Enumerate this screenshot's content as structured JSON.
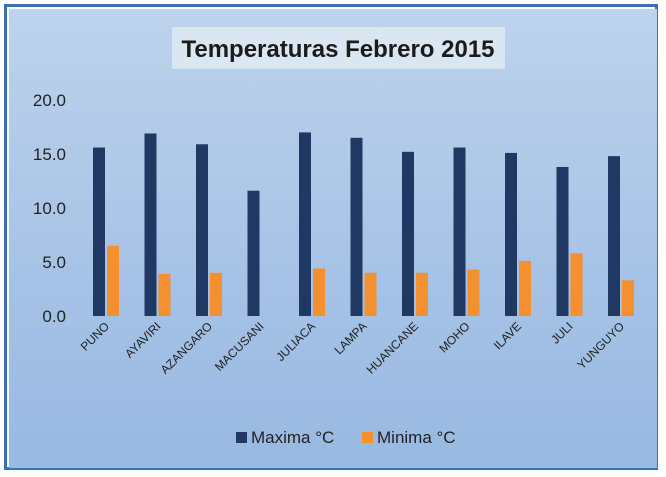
{
  "chart_data": {
    "type": "bar",
    "title": "Temperaturas Febrero 2015",
    "xlabel": "",
    "ylabel": "",
    "ylim": [
      0,
      20
    ],
    "y_ticks": [
      "0.0",
      "5.0",
      "10.0",
      "15.0",
      "20.0"
    ],
    "grid": false,
    "legend_position": "bottom",
    "categories": [
      "PUNO",
      "AYAVIRI",
      "AZANGARO",
      "MACUSANI",
      "JULIACA",
      "LAMPA",
      "HUANCANE",
      "MOHO",
      "ILAVE",
      "JULI",
      "YUNGUYO"
    ],
    "series": [
      {
        "name": "Maxima °C",
        "color": "#1f3864",
        "values": [
          15.6,
          16.9,
          15.9,
          11.6,
          17.0,
          16.5,
          15.2,
          15.6,
          15.1,
          13.8,
          14.8
        ]
      },
      {
        "name": "Minima °C",
        "color": "#f4902f",
        "values": [
          6.5,
          3.9,
          4.0,
          0.0,
          4.4,
          4.0,
          4.0,
          4.3,
          5.1,
          5.8,
          3.3
        ]
      }
    ]
  }
}
